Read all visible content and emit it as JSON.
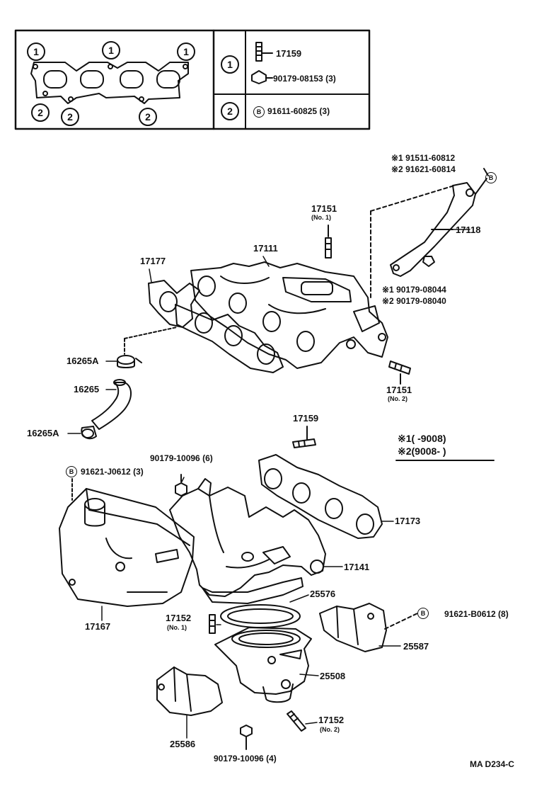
{
  "legend": {
    "rows": [
      {
        "marker": "1",
        "items": [
          {
            "icon": "stud-icon",
            "code": "17159"
          },
          {
            "icon": "nut-icon",
            "code": "90179-08153 (3)"
          }
        ]
      },
      {
        "marker": "2",
        "items": [
          {
            "icon": "bolt-b-icon",
            "code": "91611-60825 (3)"
          }
        ]
      }
    ],
    "gasket_markers": [
      "1",
      "1",
      "1",
      "2",
      "2",
      "2"
    ]
  },
  "markers": {
    "b": "B",
    "one": "1",
    "two": "2"
  },
  "callouts": {
    "p17151_no1": "17151",
    "p17151_no1_sub": "(No. 1)",
    "p17111": "17111",
    "p17177": "17177",
    "p17118": "17118",
    "p91511": "※1 91511-60812",
    "p91621_60814": "※2 91621-60814",
    "p90179_08044": "※1 90179-08044",
    "p90179_08040": "※2 90179-08040",
    "p16265A_top": "16265A",
    "p16265": "16265",
    "p16265A_bot": "16265A",
    "p17151_no2": "17151",
    "p17151_no2_sub": "(No. 2)",
    "p17159": "17159",
    "p90179_10096_6": "90179-10096 (6)",
    "p91621_J0612": "91621-J0612 (3)",
    "p17173": "17173",
    "p17141": "17141",
    "p25576": "25576",
    "p17167": "17167",
    "p17152_no1": "17152",
    "p17152_no1_sub": "(No. 1)",
    "p91621_B0612": "91621-B0612 (8)",
    "p25587": "25587",
    "p25508": "25508",
    "p17152_no2": "17152",
    "p17152_no2_sub": "(No. 2)",
    "p25586": "25586",
    "p90179_10096_4": "90179-10096 (4)"
  },
  "date_notes": {
    "note1": "※1(        -9008)",
    "note2": "※2(9008-        )"
  },
  "diagram_code": "MA D234-C"
}
